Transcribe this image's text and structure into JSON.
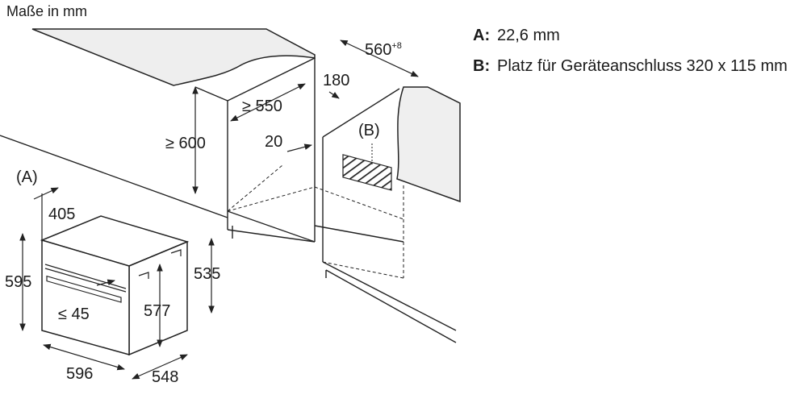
{
  "title": "Maße in mm",
  "legend": [
    {
      "key": "A:",
      "text": "22,6 mm"
    },
    {
      "key": "B:",
      "text": "Platz für Geräteanschluss 320 x 115 mm"
    }
  ],
  "dimensions": {
    "niche_depth": "560",
    "niche_depth_tol": "+8",
    "connection_offset": "180",
    "min_depth": "≥ 550",
    "min_height": "≥ 600",
    "gap": "20",
    "oven_height": "595",
    "oven_front_thickness": "405",
    "handle_depth": "≤ 45",
    "inner_height": "577",
    "body_height": "535",
    "oven_width": "596",
    "oven_depth": "548"
  },
  "callouts": {
    "a": "(A)",
    "b": "(B)"
  }
}
